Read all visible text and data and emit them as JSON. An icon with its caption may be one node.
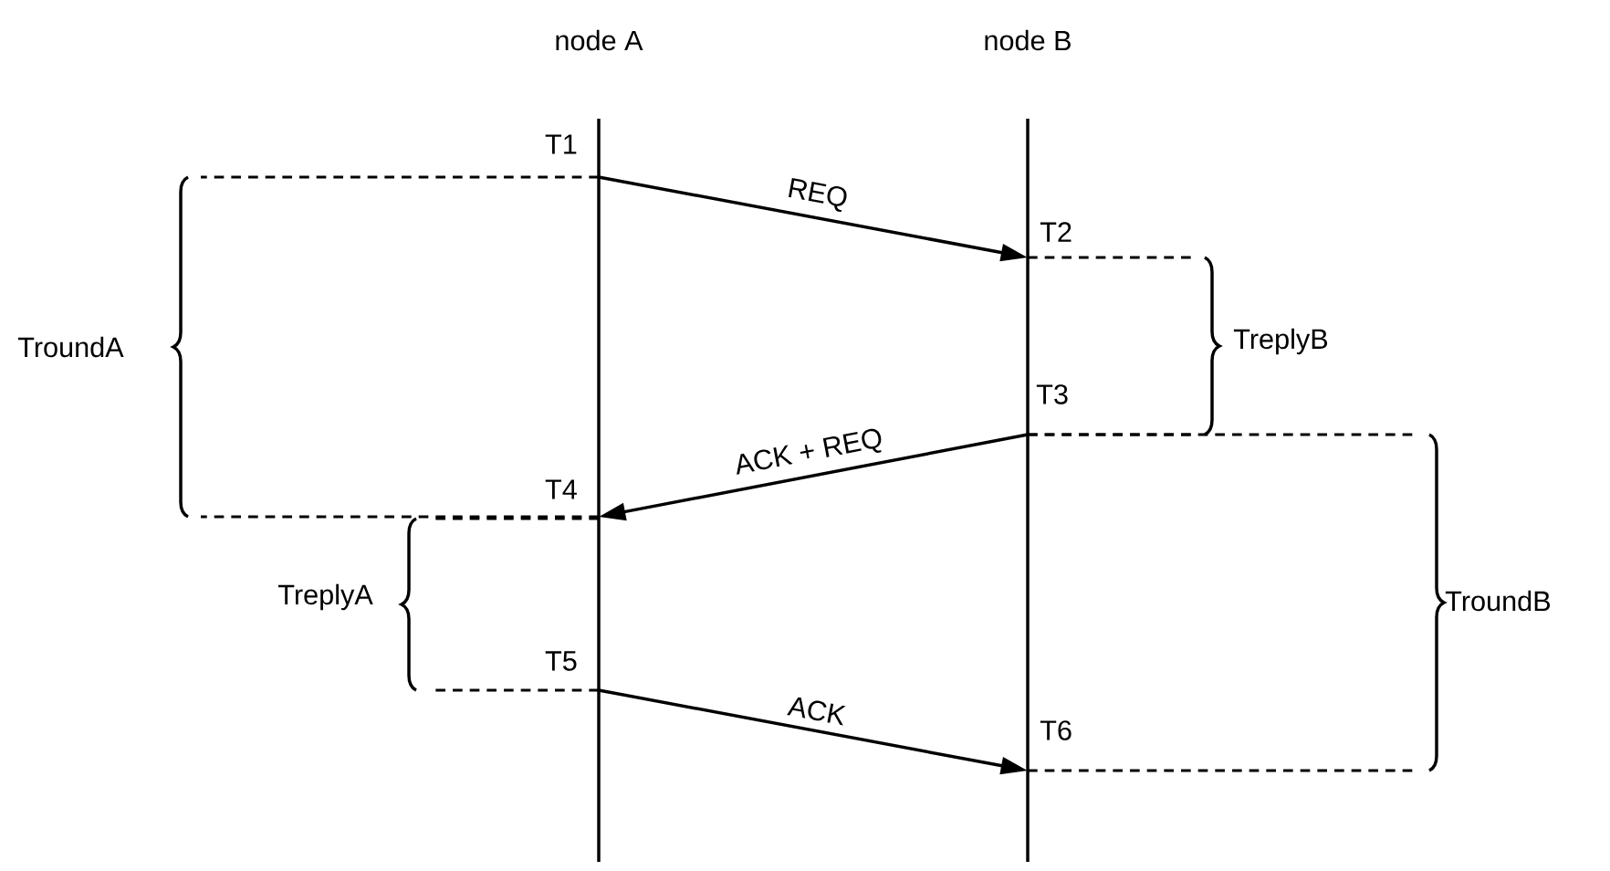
{
  "diagram": {
    "nodes": [
      {
        "text": [
          "node A"
        ]
      },
      {
        "text": [
          "node B"
        ]
      }
    ],
    "edges": [
      {
        "from": 0,
        "to": 1,
        "arrow": "to",
        "label": "REQ"
      },
      {
        "from": 1,
        "to": 0,
        "arrow": "to",
        "label": "ACK + REQ"
      },
      {
        "from": 0,
        "to": 1,
        "arrow": "to",
        "label": "ACK"
      }
    ],
    "labels": [
      "T1",
      "TroundA",
      "T2",
      "TreplyB",
      "T3",
      "T4",
      "TreplyA",
      "T5",
      "TroundB",
      "T6"
    ]
  }
}
